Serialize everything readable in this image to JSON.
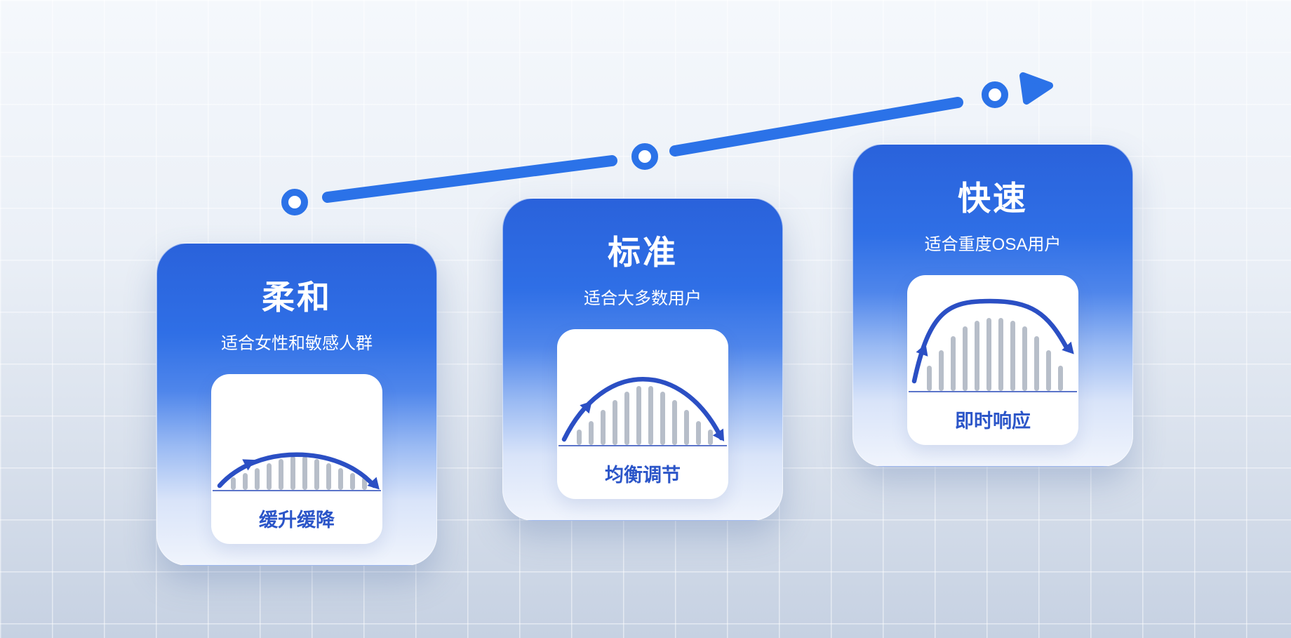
{
  "canvas": {
    "background_top": "#F5F8FC",
    "background_bottom": "#C6D1E2",
    "grid_line_color": "rgba(255,255,255,0.5)"
  },
  "progression": {
    "line_color": "#2B72E8",
    "node_fill": "#FFFFFF",
    "node_count": 3,
    "arrow_icon": "play-arrowhead-icon"
  },
  "colors": {
    "card_gradient_top": "#2A62DB",
    "card_gradient_bottom": "#F0F4FC",
    "card_text": "#FFFFFF",
    "chart_label": "#2B55C8",
    "curve": "#2B4FC4",
    "bars": "#B7BEC9"
  },
  "cards": [
    {
      "title": "柔和",
      "subtitle": "适合女性和敏感人群",
      "chart_label": "缓升缓降",
      "chart_icon": "gentle-ramp-curve-icon"
    },
    {
      "title": "标准",
      "subtitle": "适合大多数用户",
      "chart_label": "均衡调节",
      "chart_icon": "balanced-ramp-curve-icon"
    },
    {
      "title": "快速",
      "subtitle": "适合重度OSA用户",
      "chart_label": "即时响应",
      "chart_icon": "fast-ramp-curve-icon"
    }
  ]
}
